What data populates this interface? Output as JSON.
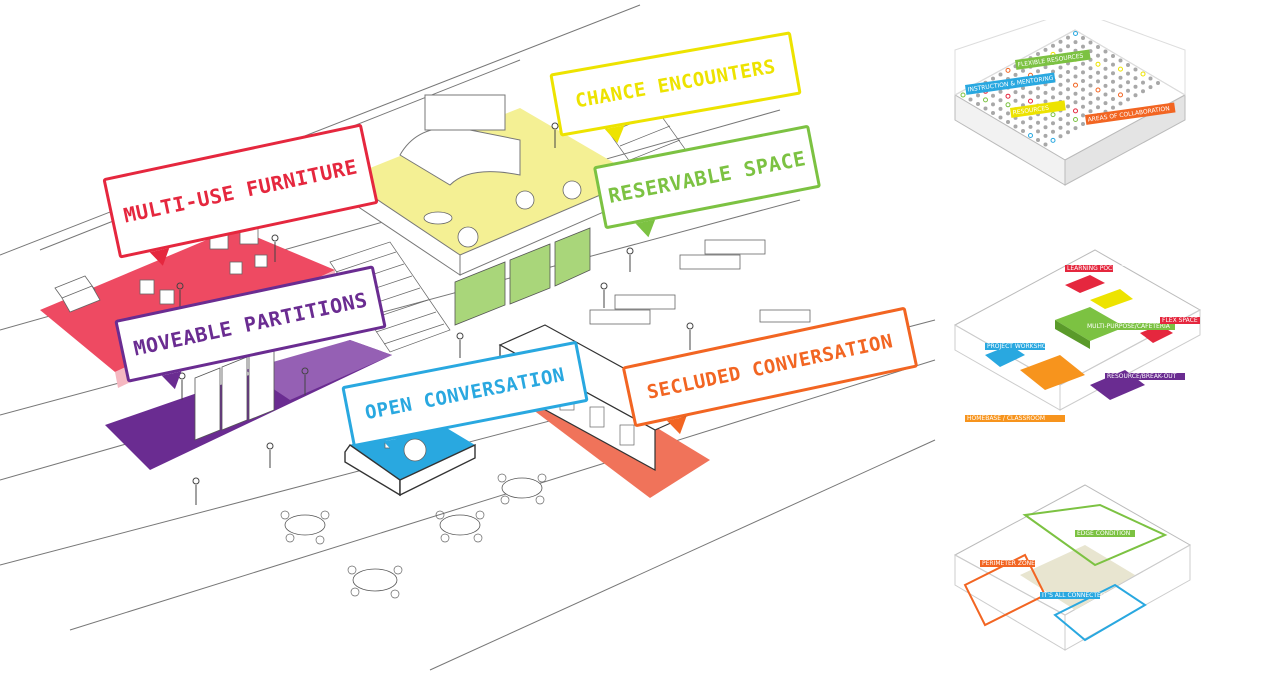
{
  "colors": {
    "red": "#e5273e",
    "yellow": "#ede300",
    "green": "#7cc242",
    "purple": "#6a2c91",
    "blue": "#29a8e0",
    "orange": "#f26522",
    "pink": "#ee4a62",
    "lightyellow": "#f4f094",
    "lightgreen": "#a9d67a",
    "salmon": "#f0735a",
    "violet": "#9560b4",
    "skyblue": "#59c3ee",
    "line": "#555555"
  },
  "callouts": {
    "multi_use": "MULTI-USE FURNITURE",
    "chance": "CHANCE ENCOUNTERS",
    "reservable": "RESERVABLE SPACE",
    "moveable": "MOVEABLE PARTITIONS",
    "open": "OPEN CONVERSATION",
    "secluded": "SECLUDED CONVERSATION"
  },
  "mini_diagram_top": {
    "labels": [
      "FLEXIBLE RESOURCES",
      "INSTRUCTION & MENTORING",
      "RESOURCES",
      "AREAS OF COLLABORATION"
    ]
  },
  "mini_diagram_middle": {
    "labels": [
      "LEARNING POCKET",
      "MULTI-PURPOSE/CAFETERIA",
      "FLEX SPACE",
      "PROJECT WORKSHOP",
      "RESOURCE/BREAK-OUT",
      "HOMEBASE / CLASSROOM"
    ]
  },
  "mini_diagram_bottom": {
    "labels": [
      "EDGE CONDITION",
      "PERIMETER ZONE",
      "IT'S ALL CONNECTED"
    ]
  }
}
